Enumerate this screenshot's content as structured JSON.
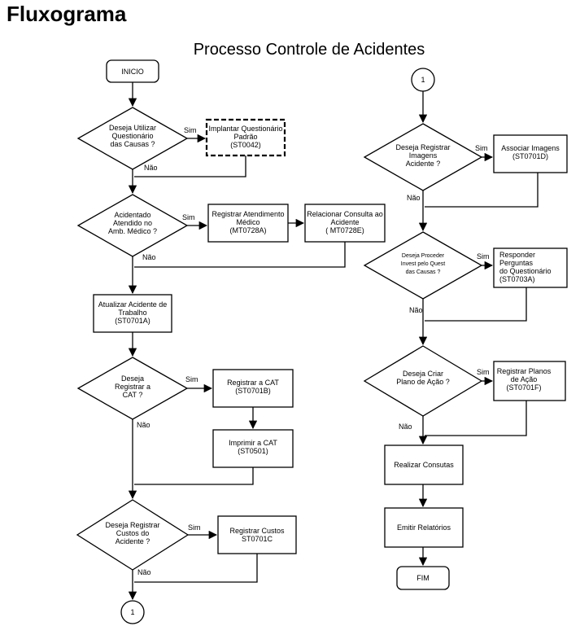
{
  "title": "Fluxograma",
  "subtitle": "Processo Controle de Acidentes",
  "connector": "1",
  "yes": "Sim",
  "no": "Não",
  "nodes": {
    "inicio": [
      "INICIO"
    ],
    "d1": [
      "Deseja Utilizar",
      "Questionário",
      "das Causas ?"
    ],
    "q1": [
      "Implantar Questionário",
      "Padrão",
      "(ST0042)"
    ],
    "d2": [
      "Acidentado",
      "Atendido no",
      "Amb. Médico ?"
    ],
    "reg_med": [
      "Registrar Atendimento",
      "Médico",
      "(MT0728A)"
    ],
    "rel_cons": [
      "Relacionar Consulta ao",
      "Acidente",
      "( MT0728E)"
    ],
    "atualizar": [
      "Atualizar Acidente de",
      "Trabalho",
      "(ST0701A)"
    ],
    "d3": [
      "Deseja",
      "Registrar a",
      "CAT ?"
    ],
    "reg_cat": [
      "Registrar a CAT",
      "(ST0701B)"
    ],
    "imp_cat": [
      "Imprimir a CAT",
      "(ST0501)"
    ],
    "d4": [
      "Deseja Registrar",
      "Custos do",
      "Acidente ?"
    ],
    "reg_custos": [
      "Registrar Custos",
      "ST0701C"
    ],
    "d5": [
      "Deseja Registrar",
      "Imagens",
      "Acidente ?"
    ],
    "assoc_img": [
      "Associar Imagens",
      "(ST0701D)"
    ],
    "d6": [
      "Deseja Proceder",
      "Invest pelo Quest",
      "das Causas ?"
    ],
    "responder": [
      "Responder",
      "Perguntas",
      "do Questionário",
      "(ST0703A)"
    ],
    "d7": [
      "Deseja Criar",
      "Plano de Ação ?"
    ],
    "reg_planos": [
      "Registrar Planos",
      "de Ação",
      "(ST0701F)"
    ],
    "consultas": [
      "Realizar Consutas"
    ],
    "relatorios": [
      "Emitir Relatórios"
    ],
    "fim": [
      "FIM"
    ]
  }
}
